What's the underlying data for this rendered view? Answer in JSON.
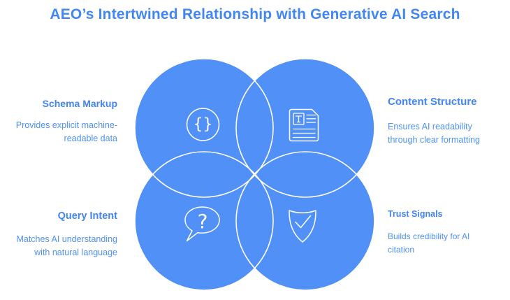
{
  "title": "AEO’s Intertwined Relationship with Generative AI Search",
  "quadrants": [
    {
      "heading": "Schema Markup",
      "body": "Provides explicit machine-readable data",
      "icon": "curly-braces-icon",
      "position": "top-left"
    },
    {
      "heading": "Content Structure",
      "body": "Ensures AI readability through clear formatting",
      "icon": "text-document-icon",
      "position": "top-right"
    },
    {
      "heading": "Query Intent",
      "body": "Matches AI understanding with natural language",
      "icon": "question-bubble-icon",
      "position": "bottom-left"
    },
    {
      "heading": "Trust Signals",
      "body": "Builds credibility for AI citation",
      "icon": "shield-check-icon",
      "position": "bottom-right"
    }
  ],
  "icons": {
    "brace_left": "{",
    "brace_right": "}",
    "question_mark": "?"
  },
  "colors": {
    "title": "#4186F2",
    "heading": "#4285F4",
    "body_text": "#4E92F8",
    "circle_fill": "#5190F6",
    "circle_stroke": "#FFFFFF",
    "background": "#FFFFFF"
  }
}
